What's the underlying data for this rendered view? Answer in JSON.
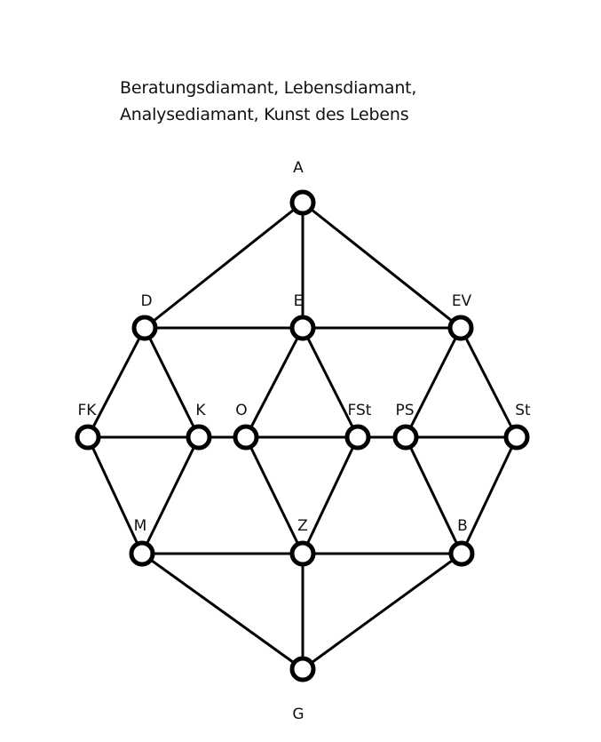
{
  "title": {
    "line1": "Beratungsdiamant, Lebensdiamant,",
    "line2": "Analysediamant, Kunst des Lebens"
  },
  "diagram": {
    "nodes": [
      {
        "id": "A",
        "label": "A"
      },
      {
        "id": "D",
        "label": "D"
      },
      {
        "id": "E",
        "label": "E"
      },
      {
        "id": "EV",
        "label": "EV"
      },
      {
        "id": "FK",
        "label": "FK"
      },
      {
        "id": "K",
        "label": "K"
      },
      {
        "id": "O",
        "label": "O"
      },
      {
        "id": "FSt",
        "label": "FSt"
      },
      {
        "id": "PS",
        "label": "PS"
      },
      {
        "id": "St",
        "label": "St"
      },
      {
        "id": "M",
        "label": "M"
      },
      {
        "id": "Z",
        "label": "Z"
      },
      {
        "id": "B",
        "label": "B"
      },
      {
        "id": "G",
        "label": "G"
      }
    ],
    "edges": [
      [
        "A",
        "D"
      ],
      [
        "A",
        "E"
      ],
      [
        "A",
        "EV"
      ],
      [
        "D",
        "E"
      ],
      [
        "E",
        "EV"
      ],
      [
        "D",
        "FK"
      ],
      [
        "D",
        "K"
      ],
      [
        "E",
        "O"
      ],
      [
        "E",
        "FSt"
      ],
      [
        "EV",
        "PS"
      ],
      [
        "EV",
        "St"
      ],
      [
        "FK",
        "K"
      ],
      [
        "K",
        "O"
      ],
      [
        "O",
        "FSt"
      ],
      [
        "FSt",
        "PS"
      ],
      [
        "PS",
        "St"
      ],
      [
        "FK",
        "M"
      ],
      [
        "K",
        "M"
      ],
      [
        "O",
        "Z"
      ],
      [
        "FSt",
        "Z"
      ],
      [
        "PS",
        "B"
      ],
      [
        "St",
        "B"
      ],
      [
        "M",
        "Z"
      ],
      [
        "Z",
        "B"
      ],
      [
        "M",
        "G"
      ],
      [
        "Z",
        "G"
      ],
      [
        "B",
        "G"
      ]
    ]
  }
}
